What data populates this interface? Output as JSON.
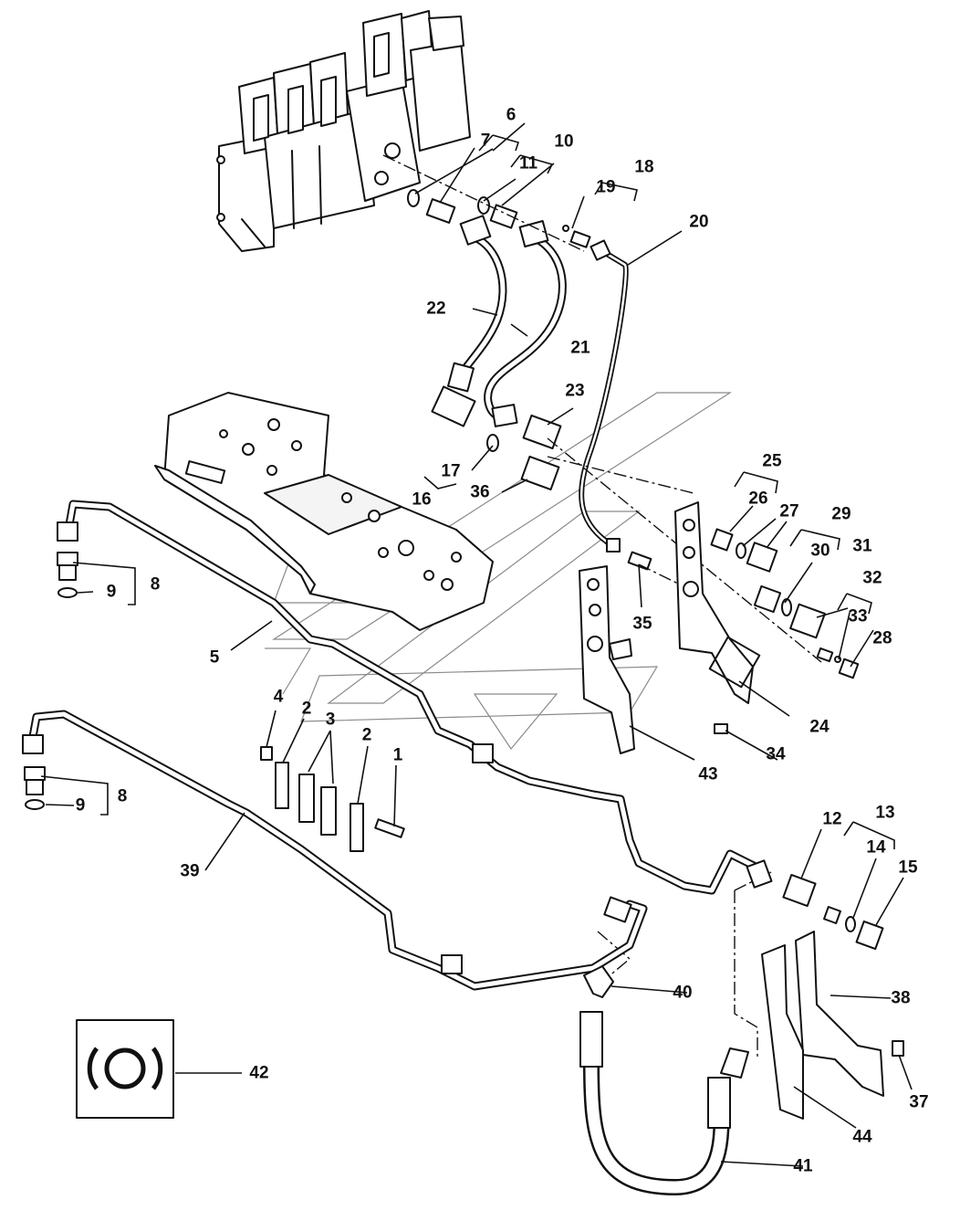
{
  "callouts": {
    "c1": "1",
    "c2a": "2",
    "c2b": "2",
    "c3": "3",
    "c4": "4",
    "c5": "5",
    "c6": "6",
    "c7": "7",
    "c8a": "8",
    "c8b": "8",
    "c9a": "9",
    "c9b": "9",
    "c10": "10",
    "c11": "11",
    "c12": "12",
    "c13": "13",
    "c14": "14",
    "c15": "15",
    "c16": "16",
    "c17": "17",
    "c18": "18",
    "c19": "19",
    "c20": "20",
    "c21": "21",
    "c22": "22",
    "c23": "23",
    "c24": "24",
    "c25": "25",
    "c26": "26",
    "c27": "27",
    "c28": "28",
    "c29": "29",
    "c30": "30",
    "c31": "31",
    "c32": "32",
    "c33": "33",
    "c34": "34",
    "c35": "35",
    "c36": "36",
    "c37": "37",
    "c38": "38",
    "c39": "39",
    "c40": "40",
    "c41": "41",
    "c42": "42",
    "c43": "43",
    "c44": "44"
  },
  "symbol": {
    "name": "brake-symbol-icon"
  },
  "colors": {
    "line": "#111111",
    "background": "#ffffff",
    "ghost": "#8a8a8a"
  }
}
